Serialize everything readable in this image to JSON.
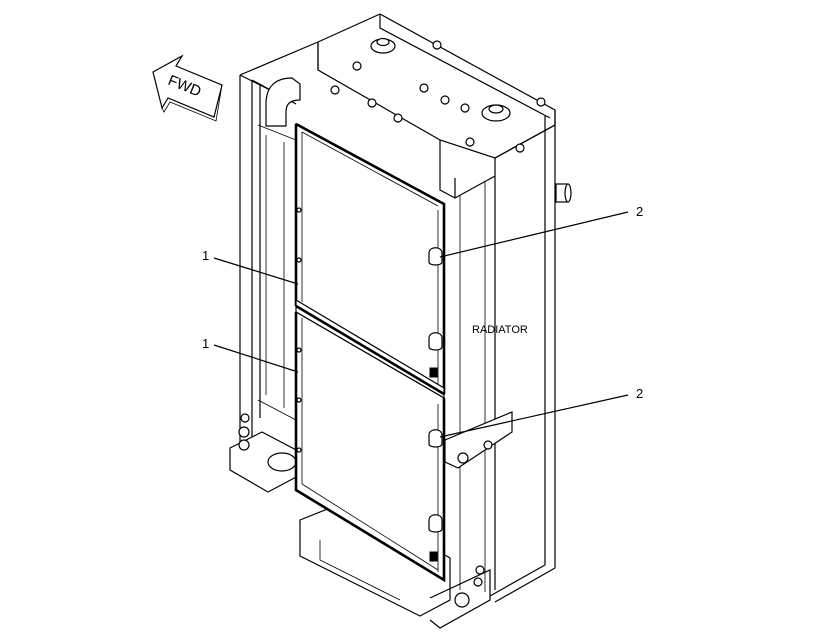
{
  "diagram": {
    "direction_arrow": {
      "label": "FWD",
      "icon": "forward-arrow-icon"
    },
    "component_label": "RADIATOR",
    "callouts": [
      {
        "number": "1",
        "side": "left"
      },
      {
        "number": "1",
        "side": "left"
      },
      {
        "number": "2",
        "side": "right"
      },
      {
        "number": "2",
        "side": "right"
      }
    ]
  }
}
